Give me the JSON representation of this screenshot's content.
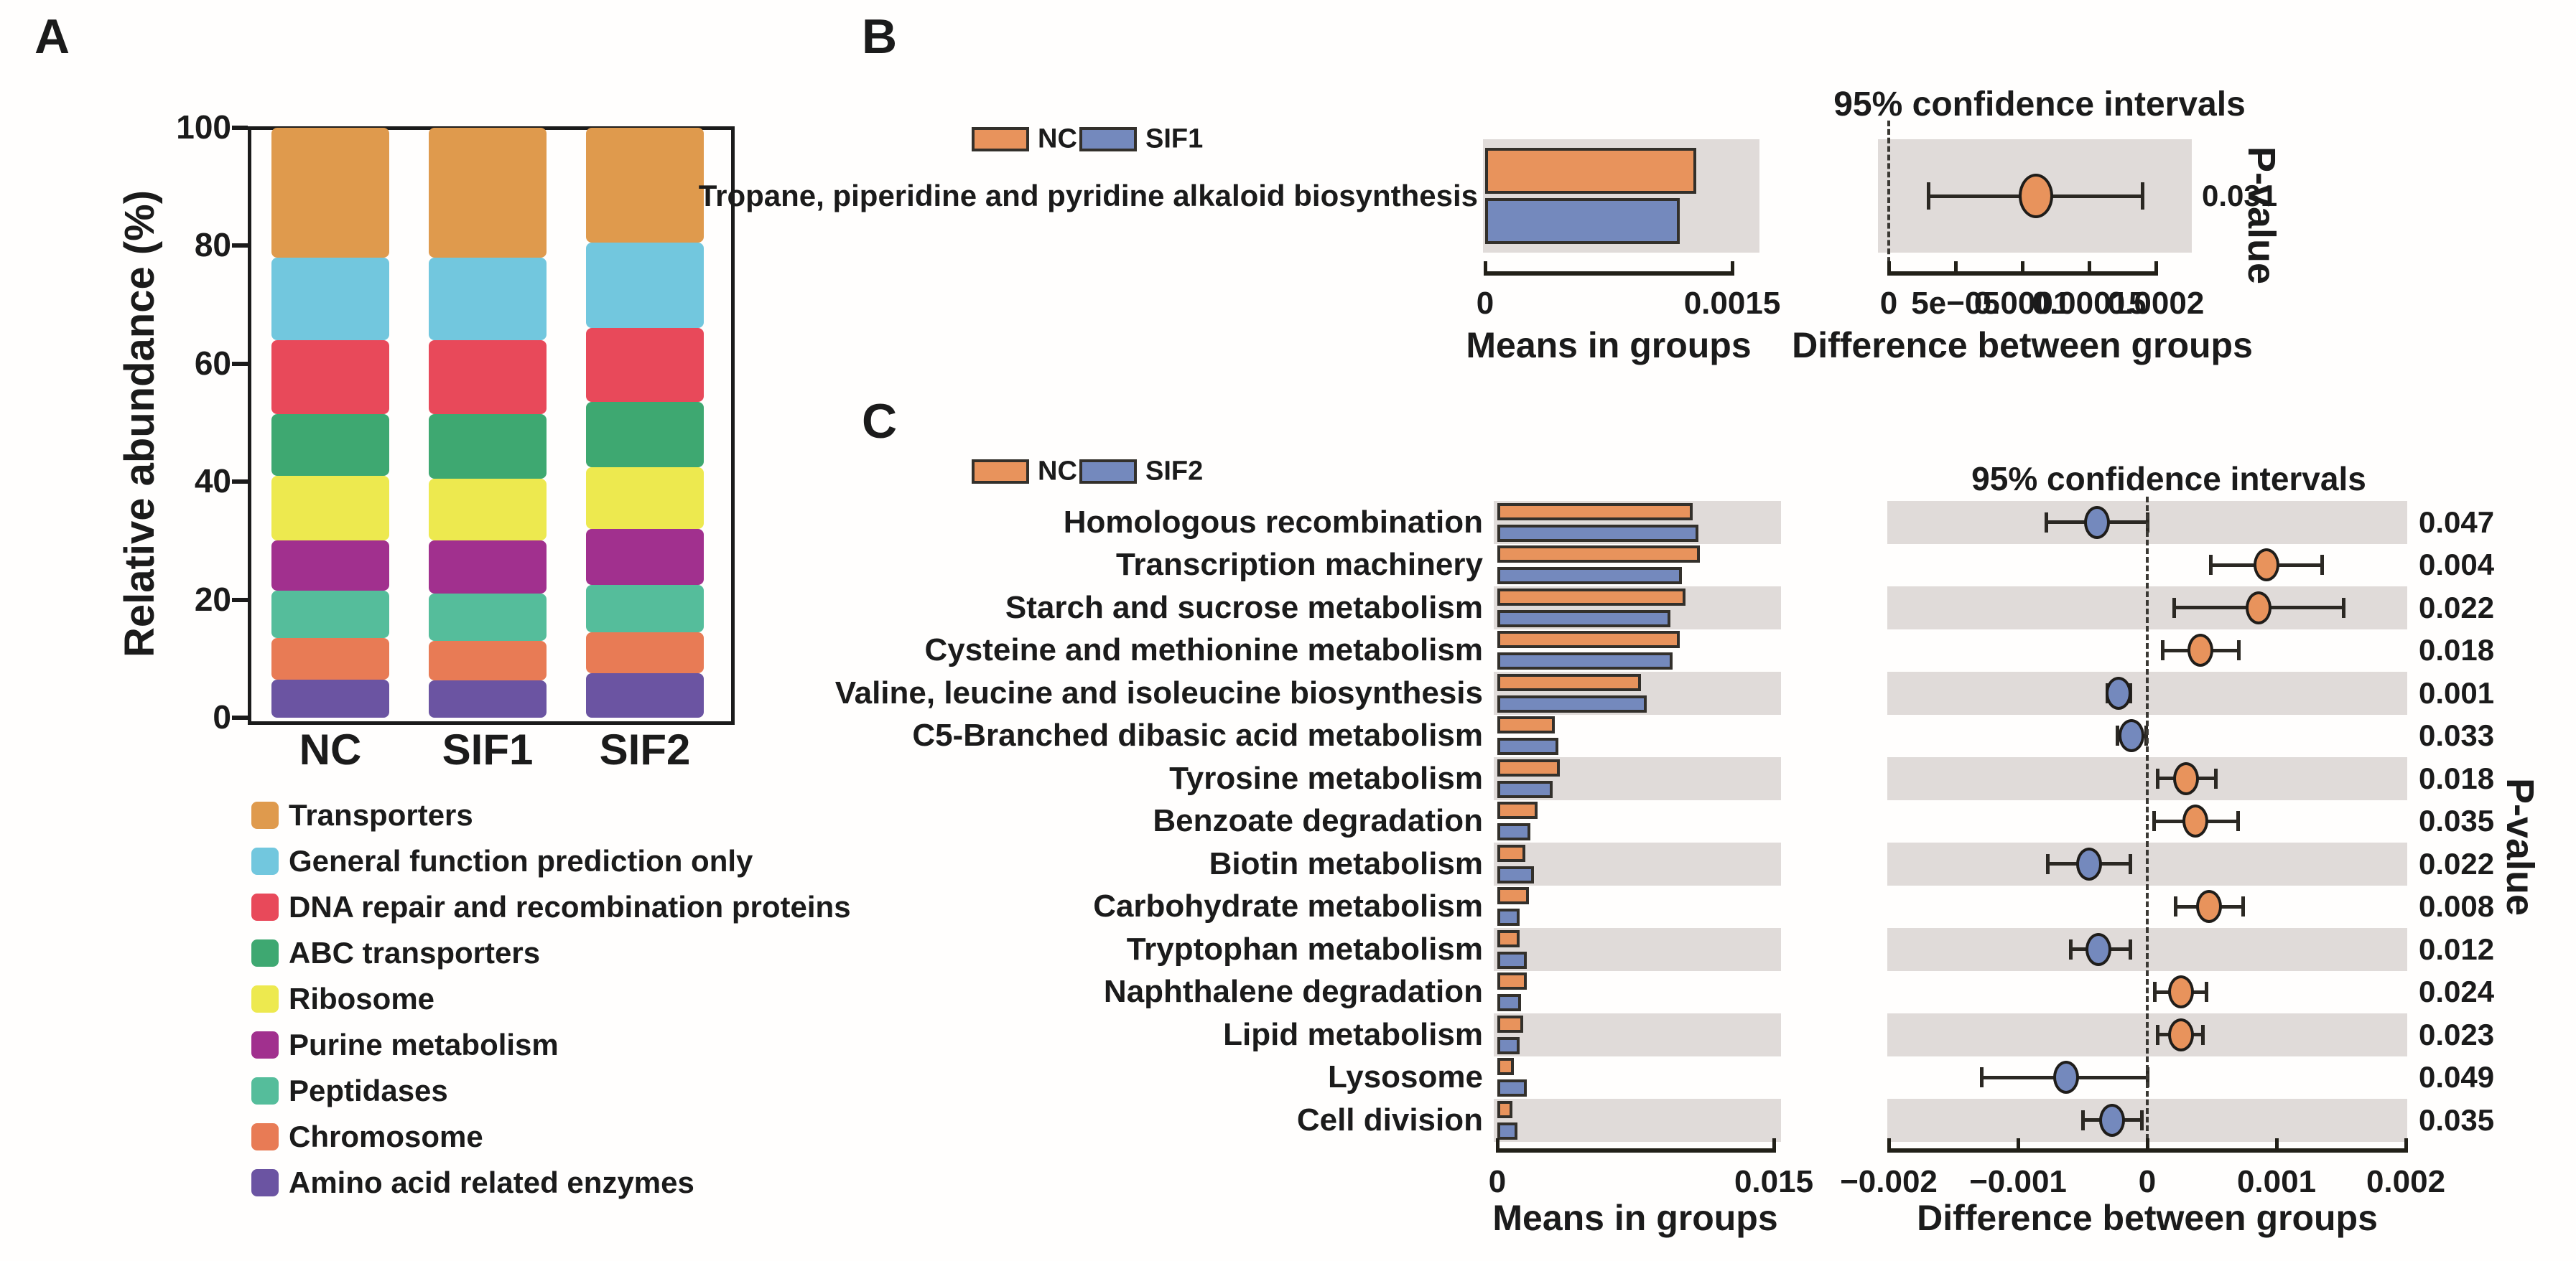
{
  "chart_data": [
    {
      "id": "A",
      "type": "bar",
      "subtype": "stacked",
      "panel_letter": "A",
      "ylabel": "Relative abundance (%)",
      "ylim": [
        0,
        100
      ],
      "yticks": [
        0,
        20,
        40,
        60,
        80,
        100
      ],
      "categories": [
        "NC",
        "SIF1",
        "SIF2"
      ],
      "legend_position": "bottom-left",
      "series": [
        {
          "name": "Transporters",
          "color": "#DF9A4D",
          "values": [
            22,
            22,
            19.5
          ]
        },
        {
          "name": "General function prediction only",
          "color": "#72C7DE",
          "values": [
            14,
            14,
            14.5
          ]
        },
        {
          "name": "DNA repair and recombination proteins",
          "color": "#E8495A",
          "values": [
            12.5,
            12.5,
            12.5
          ]
        },
        {
          "name": "ABC transporters",
          "color": "#3EA871",
          "values": [
            10.5,
            11,
            11
          ]
        },
        {
          "name": "Ribosome",
          "color": "#EDE94F",
          "values": [
            11,
            10.5,
            10.5
          ]
        },
        {
          "name": "Purine metabolism",
          "color": "#A1308E",
          "values": [
            8.5,
            9,
            9.5
          ]
        },
        {
          "name": "Peptidases",
          "color": "#55BD9B",
          "values": [
            8,
            8,
            8
          ]
        },
        {
          "name": "Chromosome",
          "color": "#E87B55",
          "values": [
            7,
            6.7,
            7
          ]
        },
        {
          "name": "Amino acid related enzymes",
          "color": "#6B54A2",
          "values": [
            6.5,
            6.3,
            7.5
          ]
        }
      ]
    },
    {
      "id": "B",
      "type": "extended-error-bar",
      "panel_letter": "B",
      "groups": [
        {
          "name": "NC",
          "color": "#E8935C"
        },
        {
          "name": "SIF1",
          "color": "#7489BD"
        }
      ],
      "means_title": "Means in groups",
      "means_xlim": [
        0,
        0.0015
      ],
      "means_ticks": [
        {
          "label": "0",
          "value": 0
        },
        {
          "label": "0.0015",
          "value": 0.0015
        }
      ],
      "ci_title": "95% confidence intervals",
      "diff_title": "Difference between groups",
      "diff_xlim": [
        0,
        0.0002
      ],
      "diff_ticks": [
        {
          "label": "0",
          "value": 0
        },
        {
          "label": "5e−05",
          "value": 5e-05
        },
        {
          "label": "0.0001",
          "value": 0.0001
        },
        {
          "label": "0.00015",
          "value": 0.00015
        },
        {
          "label": "0.0002",
          "value": 0.0002
        }
      ],
      "pvalue_axis_label": "P-value",
      "rows": [
        {
          "label": "Tropane, piperidine and pyridine alkaloid biosynthesis",
          "means": [
            0.00128,
            0.00118
          ],
          "diff": 0.00011,
          "ci": [
            3e-05,
            0.00019
          ],
          "dot_group": "NC",
          "p_value": "0.031"
        }
      ]
    },
    {
      "id": "C",
      "type": "extended-error-bar",
      "panel_letter": "C",
      "groups": [
        {
          "name": "NC",
          "color": "#E8935C"
        },
        {
          "name": "SIF2",
          "color": "#7489BD"
        }
      ],
      "means_title": "Means in groups",
      "means_xlim": [
        0,
        0.015
      ],
      "means_ticks": [
        {
          "label": "0",
          "value": 0
        },
        {
          "label": "0.015",
          "value": 0.015
        }
      ],
      "ci_title": "95% confidence intervals",
      "diff_title": "Difference between groups",
      "diff_xlim": [
        -0.002,
        0.002
      ],
      "diff_ticks": [
        {
          "label": "−0.002",
          "value": -0.002
        },
        {
          "label": "−0.001",
          "value": -0.001
        },
        {
          "label": "0",
          "value": 0
        },
        {
          "label": "0.001",
          "value": 0.001
        },
        {
          "label": "0.002",
          "value": 0.002
        }
      ],
      "pvalue_axis_label": "P-value",
      "rows": [
        {
          "label": "Homologous recombination",
          "means": [
            0.0106,
            0.0109
          ],
          "diff": -0.00039,
          "ci": [
            -0.00078,
            0.0
          ],
          "dot_group": "SIF2",
          "p_value": "0.047"
        },
        {
          "label": "Transcription machinery",
          "means": [
            0.011,
            0.01
          ],
          "diff": 0.00092,
          "ci": [
            0.00049,
            0.00135
          ],
          "dot_group": "NC",
          "p_value": "0.004"
        },
        {
          "label": "Starch and sucrose metabolism",
          "means": [
            0.0102,
            0.0094
          ],
          "diff": 0.00086,
          "ci": [
            0.00021,
            0.00152
          ],
          "dot_group": "NC",
          "p_value": "0.022"
        },
        {
          "label": "Cysteine and methionine metabolism",
          "means": [
            0.0099,
            0.0095
          ],
          "diff": 0.00041,
          "ci": [
            0.00012,
            0.00071
          ],
          "dot_group": "NC",
          "p_value": "0.018"
        },
        {
          "label": "Valine, leucine and isoleucine biosynthesis",
          "means": [
            0.0078,
            0.0081
          ],
          "diff": -0.00022,
          "ci": [
            -0.00031,
            -0.00013
          ],
          "dot_group": "SIF2",
          "p_value": "0.001"
        },
        {
          "label": "C5-Branched dibasic acid metabolism",
          "means": [
            0.0031,
            0.0033
          ],
          "diff": -0.00012,
          "ci": [
            -0.00023,
            -1e-05
          ],
          "dot_group": "SIF2",
          "p_value": "0.033"
        },
        {
          "label": "Tyrosine metabolism",
          "means": [
            0.0034,
            0.003
          ],
          "diff": 0.0003,
          "ci": [
            8e-05,
            0.00053
          ],
          "dot_group": "NC",
          "p_value": "0.018"
        },
        {
          "label": "Benzoate degradation",
          "means": [
            0.0022,
            0.0018
          ],
          "diff": 0.00037,
          "ci": [
            5e-05,
            0.0007
          ],
          "dot_group": "NC",
          "p_value": "0.035"
        },
        {
          "label": "Biotin metabolism",
          "means": [
            0.0015,
            0.002
          ],
          "diff": -0.00045,
          "ci": [
            -0.00077,
            -0.00013
          ],
          "dot_group": "SIF2",
          "p_value": "0.022"
        },
        {
          "label": "Carbohydrate metabolism",
          "means": [
            0.0017,
            0.0012
          ],
          "diff": 0.00048,
          "ci": [
            0.00022,
            0.00074
          ],
          "dot_group": "NC",
          "p_value": "0.008"
        },
        {
          "label": "Tryptophan metabolism",
          "means": [
            0.0012,
            0.0016
          ],
          "diff": -0.00038,
          "ci": [
            -0.00059,
            -0.00013
          ],
          "dot_group": "SIF2",
          "p_value": "0.012"
        },
        {
          "label": "Naphthalene degradation",
          "means": [
            0.0016,
            0.0013
          ],
          "diff": 0.00026,
          "ci": [
            6e-05,
            0.00046
          ],
          "dot_group": "NC",
          "p_value": "0.024"
        },
        {
          "label": "Lipid metabolism",
          "means": [
            0.0014,
            0.0012
          ],
          "diff": 0.00026,
          "ci": [
            8e-05,
            0.00043
          ],
          "dot_group": "NC",
          "p_value": "0.023"
        },
        {
          "label": "Lysosome",
          "means": [
            0.0009,
            0.0016
          ],
          "diff": -0.00063,
          "ci": [
            -0.00128,
            0.0
          ],
          "dot_group": "SIF2",
          "p_value": "0.049"
        },
        {
          "label": "Cell division",
          "means": [
            0.0008,
            0.0011
          ],
          "diff": -0.00027,
          "ci": [
            -0.0005,
            -4e-05
          ],
          "dot_group": "SIF2",
          "p_value": "0.035"
        }
      ]
    }
  ]
}
